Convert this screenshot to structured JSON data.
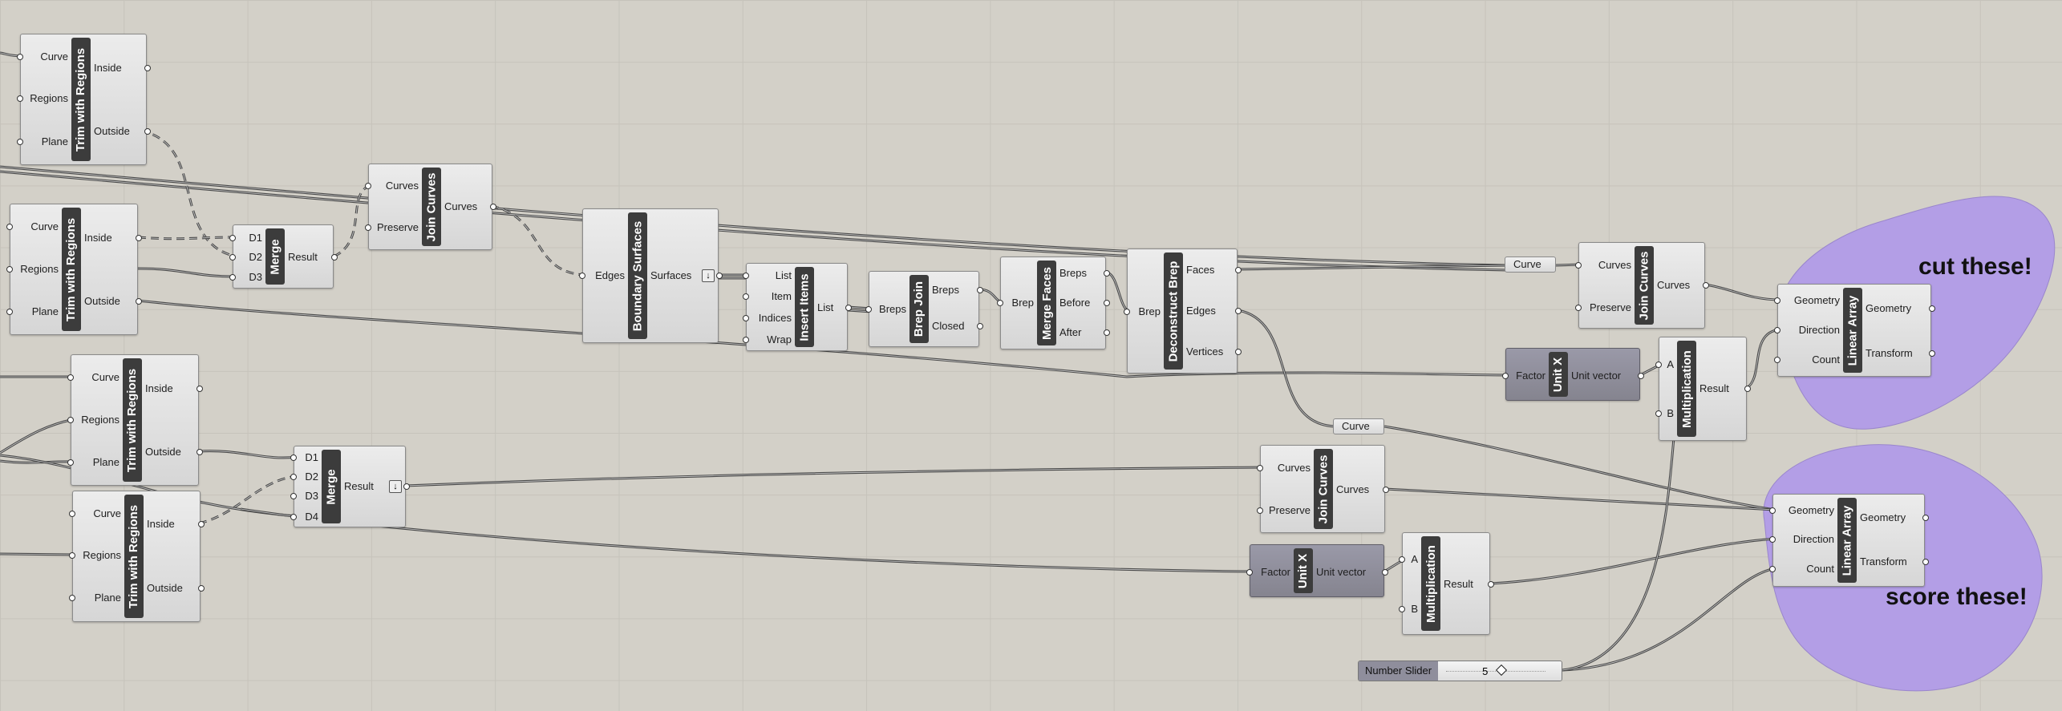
{
  "annotations": {
    "cut": "cut these!",
    "score": "score these!"
  },
  "components": [
    {
      "id": "trim1",
      "name": "Trim with Regions",
      "inputs": [
        "Curve",
        "Regions",
        "Plane"
      ],
      "outputs": [
        "Inside",
        "Outside"
      ]
    },
    {
      "id": "trim2",
      "name": "Trim with Regions",
      "inputs": [
        "Curve",
        "Regions",
        "Plane"
      ],
      "outputs": [
        "Inside",
        "Outside"
      ]
    },
    {
      "id": "trim3",
      "name": "Trim with Regions",
      "inputs": [
        "Curve",
        "Regions",
        "Plane"
      ],
      "outputs": [
        "Inside",
        "Outside"
      ]
    },
    {
      "id": "trim4",
      "name": "Trim with Regions",
      "inputs": [
        "Curve",
        "Regions",
        "Plane"
      ],
      "outputs": [
        "Inside",
        "Outside"
      ]
    },
    {
      "id": "merge1",
      "name": "Merge",
      "inputs": [
        "D1",
        "D2",
        "D3"
      ],
      "outputs": [
        "Result"
      ]
    },
    {
      "id": "merge2",
      "name": "Merge",
      "inputs": [
        "D1",
        "D2",
        "D3",
        "D4"
      ],
      "outputs": [
        "Result"
      ]
    },
    {
      "id": "join1",
      "name": "Join Curves",
      "inputs": [
        "Curves",
        "Preserve"
      ],
      "outputs": [
        "Curves"
      ]
    },
    {
      "id": "join2",
      "name": "Join Curves",
      "inputs": [
        "Curves",
        "Preserve"
      ],
      "outputs": [
        "Curves"
      ]
    },
    {
      "id": "join3",
      "name": "Join Curves",
      "inputs": [
        "Curves",
        "Preserve"
      ],
      "outputs": [
        "Curves"
      ]
    },
    {
      "id": "bsurf",
      "name": "Boundary Surfaces",
      "inputs": [
        "Edges"
      ],
      "outputs": [
        "Surfaces"
      ]
    },
    {
      "id": "insert",
      "name": "Insert Items",
      "inputs": [
        "List",
        "Item",
        "Indices",
        "Wrap"
      ],
      "outputs": [
        "List"
      ]
    },
    {
      "id": "brepjoin",
      "name": "Brep Join",
      "inputs": [
        "Breps"
      ],
      "outputs": [
        "Breps",
        "Closed"
      ]
    },
    {
      "id": "mergefaces",
      "name": "Merge Faces",
      "inputs": [
        "Brep"
      ],
      "outputs": [
        "Breps",
        "Before",
        "After"
      ]
    },
    {
      "id": "decon",
      "name": "Deconstruct Brep",
      "inputs": [
        "Brep"
      ],
      "outputs": [
        "Faces",
        "Edges",
        "Vertices"
      ]
    },
    {
      "id": "unitx1",
      "name": "Unit X",
      "inputs": [
        "Factor"
      ],
      "outputs": [
        "Unit vector"
      ]
    },
    {
      "id": "unitx2",
      "name": "Unit X",
      "inputs": [
        "Factor"
      ],
      "outputs": [
        "Unit vector"
      ]
    },
    {
      "id": "mult1",
      "name": "Multiplication",
      "inputs": [
        "A",
        "B"
      ],
      "outputs": [
        "Result"
      ]
    },
    {
      "id": "mult2",
      "name": "Multiplication",
      "inputs": [
        "A",
        "B"
      ],
      "outputs": [
        "Result"
      ]
    },
    {
      "id": "larray1",
      "name": "Linear Array",
      "inputs": [
        "Geometry",
        "Direction",
        "Count"
      ],
      "outputs": [
        "Geometry",
        "Transform"
      ]
    },
    {
      "id": "larray2",
      "name": "Linear Array",
      "inputs": [
        "Geometry",
        "Direction",
        "Count"
      ],
      "outputs": [
        "Geometry",
        "Transform"
      ]
    }
  ],
  "params": [
    {
      "id": "curve1",
      "label": "Curve"
    },
    {
      "id": "curve2",
      "label": "Curve"
    }
  ],
  "slider": {
    "label": "Number Slider",
    "value": "5"
  },
  "colors": {
    "canvas": "#d3d0c8",
    "blob": "#b39ee6",
    "wire": "#4a4a4a"
  }
}
